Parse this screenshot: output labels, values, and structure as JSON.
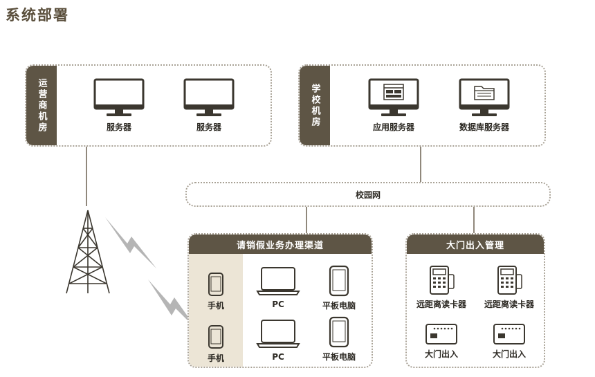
{
  "page_title": "系统部署",
  "operator_room": {
    "label": "运营商机房",
    "servers": [
      {
        "label": "服务器",
        "icon": "monitor-icon"
      },
      {
        "label": "服务器",
        "icon": "monitor-icon"
      }
    ]
  },
  "school_room": {
    "label": "学校机房",
    "servers": [
      {
        "label": "应用服务器",
        "icon": "app-server-icon"
      },
      {
        "label": "数据库服务器",
        "icon": "database-server-icon"
      }
    ]
  },
  "campus_network": {
    "label": "校园网"
  },
  "leave_channel": {
    "title": "请销假业务办理渠道",
    "devices": [
      {
        "label": "手机",
        "icon": "phone-icon"
      },
      {
        "label": "PC",
        "icon": "laptop-icon"
      },
      {
        "label": "平板电脑",
        "icon": "tablet-icon"
      },
      {
        "label": "手机",
        "icon": "phone-icon"
      },
      {
        "label": "PC",
        "icon": "laptop-icon"
      },
      {
        "label": "平板电脑",
        "icon": "tablet-icon"
      }
    ]
  },
  "gate_management": {
    "title": "大门出入管理",
    "devices": [
      {
        "label": "远距离读卡器",
        "icon": "card-reader-icon"
      },
      {
        "label": "远距离读卡器",
        "icon": "card-reader-icon"
      },
      {
        "label": "大门出入",
        "icon": "access-card-icon"
      },
      {
        "label": "大门出入",
        "icon": "access-card-icon"
      }
    ]
  },
  "colors": {
    "accent": "#5e5545",
    "beige": "#ece5d6",
    "border": "#a9a296"
  }
}
